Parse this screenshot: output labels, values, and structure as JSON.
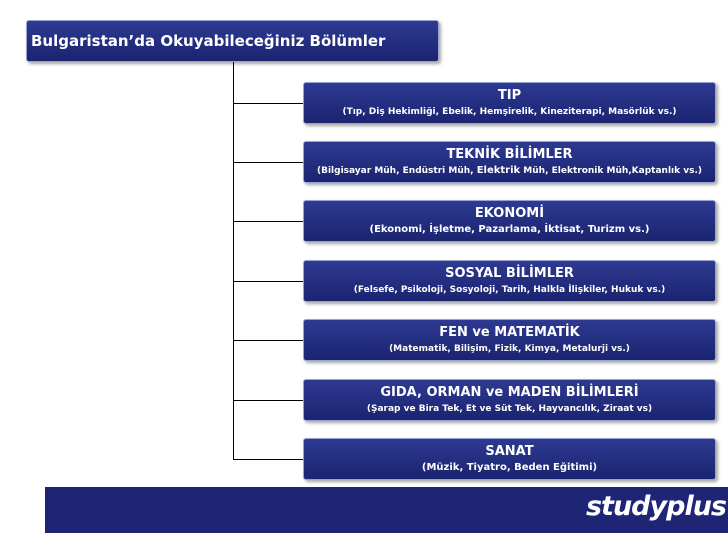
{
  "root": {
    "label": "Bulgaristan’da Okuyabileceğiniz Bölümler"
  },
  "nodes": [
    {
      "title": "TIP",
      "subtitle": "(Tıp, Diş Hekimliği, Ebelik, Hemşirelik, Kineziterapi, Masörlük vs.)"
    },
    {
      "title": "TEKNİK BİLİMLER",
      "subtitle_pre": "(Bilgisayar Müh, Endüstri Müh, ",
      "subtitle_bold": "Elektrik",
      "subtitle_post": " Müh, Elektronik Müh,Kaptanlık vs.)"
    },
    {
      "title": "EKONOMİ",
      "subtitle": "(Ekonomi, İşletme, Pazarlama, İktisat, Turizm vs.)"
    },
    {
      "title": "SOSYAL BİLİMLER",
      "subtitle": "(Felsefe, Psikoloji, Sosyoloji, Tarih, Halkla İlişkiler, Hukuk vs.)"
    },
    {
      "title": "FEN ve MATEMATİK",
      "subtitle": "(Matematik, Bilişim, Fizik, Kimya, Metalurji vs.)"
    },
    {
      "title": "GIDA, ORMAN ve MADEN BİLİMLERİ",
      "subtitle": "(Şarap ve Bira Tek, Et ve Süt Tek, Hayvancılık, Ziraat vs)"
    },
    {
      "title": "SANAT",
      "subtitle": "(Müzik, Tiyatro, Beden Eğitimi)"
    }
  ],
  "footer": {
    "logo_text": "studyplus"
  },
  "colors": {
    "box_fill": "#1f2877",
    "box_border": "#9aa3cf",
    "footer_bg": "#1e2575",
    "line": "#000000"
  }
}
